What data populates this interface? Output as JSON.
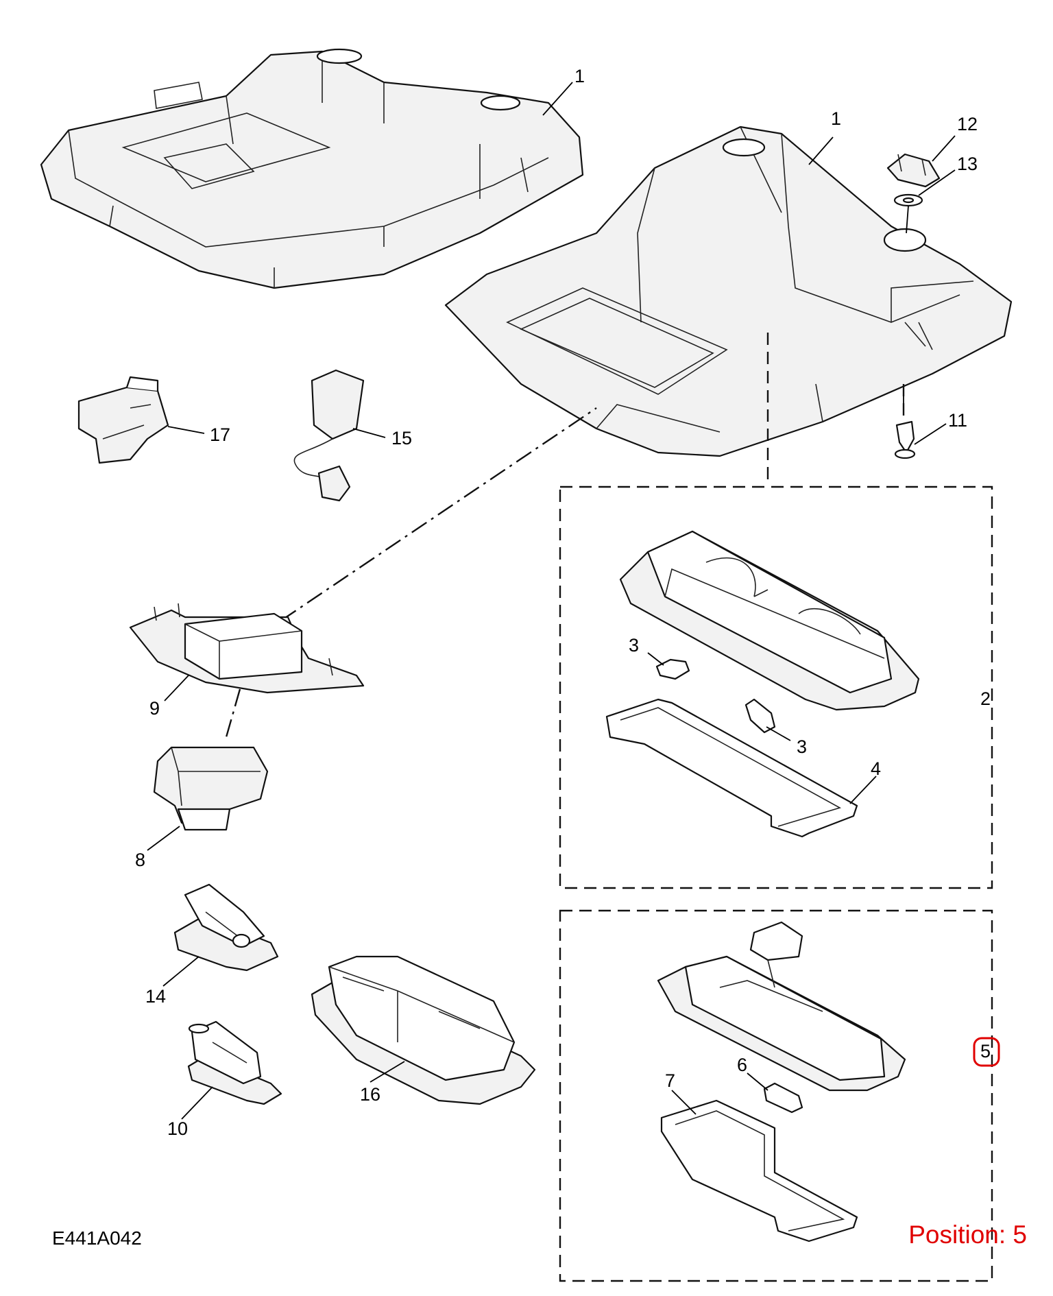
{
  "diagram": {
    "id_label": "E441A042",
    "position_note": "Position: 5",
    "highlight_color": "#e00000",
    "line_color": "#111111",
    "callouts": [
      "1",
      "1",
      "12",
      "13",
      "11",
      "17",
      "15",
      "2",
      "3",
      "3",
      "4",
      "9",
      "8",
      "14",
      "16",
      "10",
      "5",
      "6",
      "7"
    ],
    "highlighted_callout": "5"
  }
}
